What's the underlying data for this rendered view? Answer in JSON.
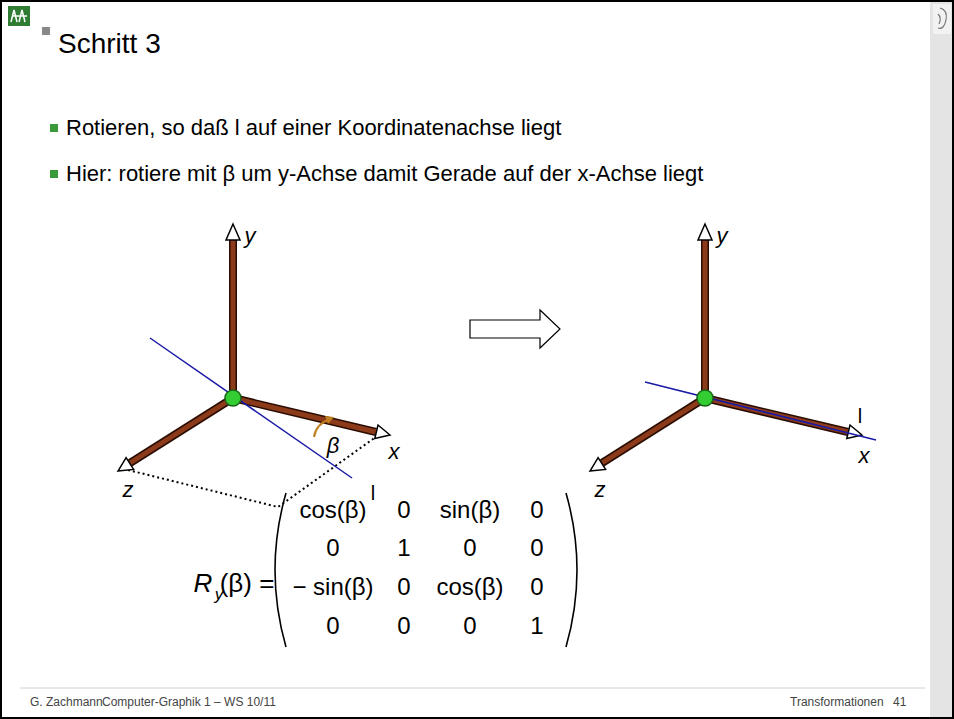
{
  "diagram": {
    "title": "Schritt 3",
    "labels": [
      "Rotieren, so daß l auf einer Koordinatenachse liegt",
      "Hier: rotiere mit β um y-Achse damit Gerade auf der x-Achse liegt",
      "y",
      "x",
      "β",
      "z",
      "l",
      "y",
      "l",
      "x",
      "z",
      "R",
      "y",
      "(β) =",
      "cos(β)",
      "0",
      "sin(β)",
      "0",
      "0",
      "1",
      "0",
      "0",
      "− sin(β)",
      "0",
      "cos(β)",
      "0",
      "0",
      "0",
      "0",
      "1",
      "G. Zachmann",
      "Computer-Graphik 1 – WS 10/11",
      "Transformationen",
      "41"
    ]
  }
}
